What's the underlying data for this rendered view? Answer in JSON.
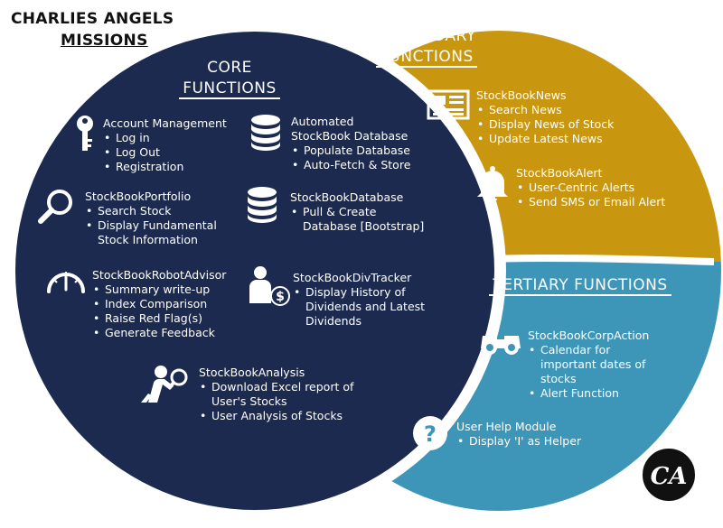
{
  "title": {
    "line1": "CHARLIES ANGELS",
    "line2": "MISSIONS"
  },
  "core": {
    "heading_line1": "CORE",
    "heading_line2": "FUNCTIONS",
    "groups": [
      {
        "title": "Account Management",
        "icon": "key-icon",
        "items": [
          "Log in",
          "Log Out",
          "Registration"
        ]
      },
      {
        "title_lines": [
          "Automated",
          "StockBook Database"
        ],
        "icon": "database-icon",
        "items": [
          "Populate Database",
          "Auto-Fetch & Store"
        ]
      },
      {
        "title": "StockBookPortfolio",
        "icon": "magnifier-icon",
        "items": [
          "Search Stock",
          "Display Fundamental",
          "Stock Information"
        ]
      },
      {
        "title": "StockBookDatabase",
        "icon": "database-icon",
        "items": [
          "Pull & Create",
          "Database [Bootstrap]"
        ]
      },
      {
        "title": "StockBookRobotAdvisor",
        "icon": "gauge-icon",
        "items": [
          "Summary write-up",
          "Index Comparison",
          "Raise Red Flag(s)",
          "Generate Feedback"
        ]
      },
      {
        "title": "StockBookDivTracker",
        "icon": "person-dollar-icon",
        "items": [
          "Display History of",
          "Dividends and Latest",
          "Dividends"
        ]
      },
      {
        "title": "StockBookAnalysis",
        "icon": "analyst-icon",
        "items": [
          "Download Excel report of",
          "User's Stocks",
          "User Analysis of Stocks"
        ]
      }
    ]
  },
  "secondary": {
    "heading_line1": "SECONDARY",
    "heading_line2": "FUNCTIONS",
    "groups": [
      {
        "title": "StockBookNews",
        "icon": "newspaper-icon",
        "items": [
          "Search News",
          "Display News of Stock",
          "Update Latest News"
        ]
      },
      {
        "title": "StockBookAlert",
        "icon": "bell-icon",
        "items": [
          "User-Centric Alerts",
          "Send SMS or Email Alert"
        ]
      }
    ]
  },
  "tertiary": {
    "heading": "TERTIARY FUNCTIONS",
    "groups": [
      {
        "title": "StockBookCorpAction",
        "icon": "binoculars-icon",
        "items": [
          "Calendar for",
          "important dates of",
          "stocks",
          "Alert Function"
        ]
      },
      {
        "title": "User Help Module",
        "icon": "question-icon",
        "items": [
          "Display 'I' as Helper"
        ]
      }
    ]
  },
  "logo": {
    "text": "CA"
  },
  "colors": {
    "core": "#1b2a4e",
    "secondary": "#c9960f",
    "tertiary": "#3d96b8",
    "text": "#ffffff",
    "title": "#111111"
  }
}
